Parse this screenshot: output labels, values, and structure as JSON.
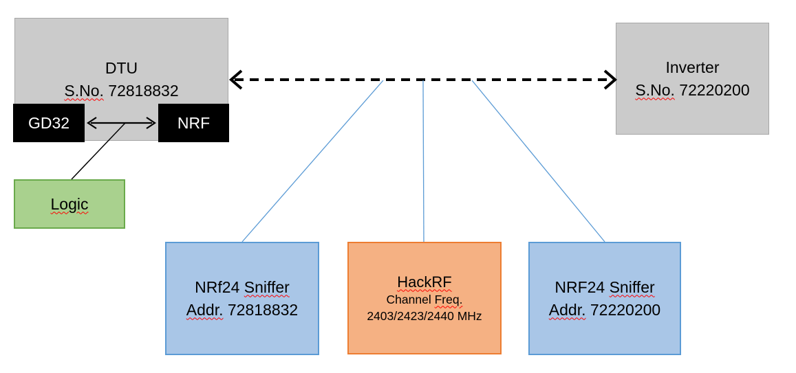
{
  "colors": {
    "gray_fill": "#cbcbcb",
    "gray_border": "#a6a6a6",
    "black_fill": "#000000",
    "green_fill": "#a9d18e",
    "green_border": "#6aaa4b",
    "blue_fill": "#a9c6e7",
    "blue_border": "#5b9bd5",
    "orange_fill": "#f5b183",
    "orange_border": "#ed7d31",
    "connector_blue": "#5b9bd5",
    "line_black": "#000000",
    "squiggle_red": "#ff0000"
  },
  "dtu": {
    "title": "DTU",
    "serial_label": "S.No.",
    "serial_value": "72818832"
  },
  "gd32": {
    "label": "GD32"
  },
  "nrf": {
    "label": "NRF"
  },
  "logic": {
    "label": "Logic"
  },
  "inverter": {
    "title": "Inverter",
    "serial_label": "S.No.",
    "serial_value": "72220200"
  },
  "sniffer_left": {
    "name": "NRf24",
    "type_word": "Sniffer",
    "addr_label": "Addr.",
    "addr_value": "72818832"
  },
  "hackrf": {
    "title": "HackRF",
    "channel_label": "Channel",
    "freq_word": "Freq.",
    "frequencies": "2403/2423/2440 MHz"
  },
  "sniffer_right": {
    "name": "NRF24",
    "type_word": "Sniffer",
    "addr_label": "Addr.",
    "addr_value": "72220200"
  }
}
